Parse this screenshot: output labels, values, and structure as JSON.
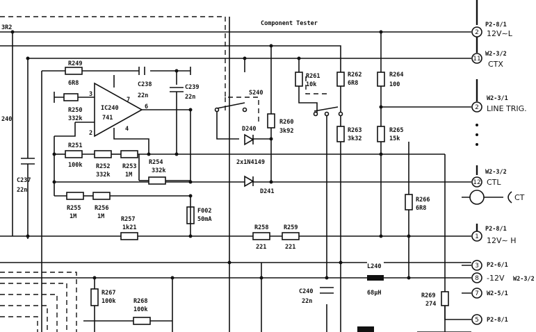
{
  "title": "Component Tester",
  "labels": {
    "r3r2": "3R2",
    "r240_frag": "240",
    "r249": "R249",
    "r249_v": "6R8",
    "c238": "C238",
    "c238_v": "22n",
    "c239": "C239",
    "c239_v": "22n",
    "ic": "IC240",
    "ic_v": "741",
    "r250": "R250",
    "r250_v": "332k",
    "s240": "S240",
    "r251": "R251",
    "r251_v": "100k",
    "r252": "R252",
    "r252_v": "332k",
    "r253": "R253",
    "r253_v": "1M",
    "r254": "R254",
    "r254_v": "332k",
    "c237": "C237",
    "c237_v": "22n",
    "r255": "R255",
    "r255_v": "1M",
    "r256": "R256",
    "r256_v": "1M",
    "r257": "R257",
    "r257_v": "1k21",
    "f002": "F002",
    "f002_v": "50mA",
    "r258": "R258",
    "r258_v": "221",
    "r259": "R259",
    "r259_v": "221",
    "r260": "R260",
    "r260_v": "3k92",
    "d240": "D240",
    "d241": "D241",
    "diodes": "2x1N4149",
    "r261": "R261",
    "r261_v": "10k",
    "r262": "R262",
    "r262_v": "6R8",
    "r263": "R263",
    "r263_v": "3k32",
    "r264": "R264",
    "r264_v": "100",
    "r265": "R265",
    "r265_v": "15k",
    "r266": "R266",
    "r266_v": "6R8",
    "r267": "R267",
    "r267_v": "100k",
    "r268": "R268",
    "r268_v": "100k",
    "c240": "C240",
    "c240_v": "22n",
    "l240": "L240",
    "l240_v": "68µH",
    "r269": "R269",
    "r269_v": "274",
    "pin2": "2",
    "pin3": "3",
    "pin4": "4",
    "pin6": "6",
    "pin7": "7"
  },
  "connectors": [
    {
      "num": "2",
      "ref": "P2-8/1",
      "name": "12V∼L"
    },
    {
      "num": "11",
      "ref": "W2-3/2",
      "name": "CTX"
    },
    {
      "num": "2",
      "ref": "W2-3/1",
      "name": "LINE TRIG."
    },
    {
      "num": "12",
      "ref": "W2-3/2",
      "name": "CTL"
    },
    {
      "num": "",
      "ref": "",
      "name": "CT"
    },
    {
      "num": "1",
      "ref": "P2-8/1",
      "name": "12V∼ H"
    },
    {
      "num": "3",
      "ref": "P2-6/1",
      "name": ""
    },
    {
      "num": "8",
      "ref": "W2-3/2",
      "name": "-12V"
    },
    {
      "num": "7",
      "ref": "W2-5/1",
      "name": ""
    },
    {
      "num": "5",
      "ref": "P2-8/1",
      "name": ""
    }
  ]
}
